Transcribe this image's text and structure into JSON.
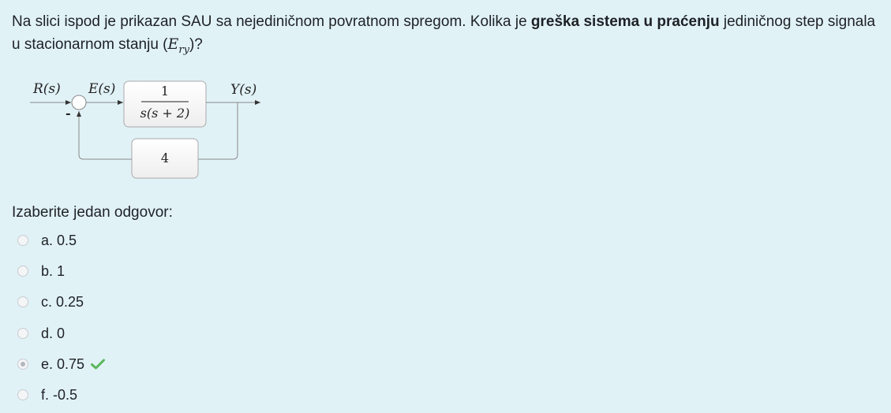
{
  "question": {
    "text_before": "Na slici ispod je prikazan SAU sa nejediničnom povratnom spregom. Kolika je ",
    "text_bold": "greška sistema u praćenju",
    "text_after": " jediničnog step signala u stacionarnom stanju (",
    "math_symbol": "E",
    "math_sub": "ry",
    "text_end": ")?"
  },
  "diagram": {
    "input_label": "R(s)",
    "error_label": "E(s)",
    "output_label": "Y(s)",
    "forward_numerator": "1",
    "forward_denominator": "s(s + 2)",
    "feedback_gain": "4",
    "feedback_sign": "-"
  },
  "prompt": "Izaberite jedan odgovor:",
  "options": [
    {
      "letter": "a.",
      "value": "0.5",
      "selected": false
    },
    {
      "letter": "b.",
      "value": "1",
      "selected": false
    },
    {
      "letter": "c.",
      "value": "0.25",
      "selected": false
    },
    {
      "letter": "d.",
      "value": "0",
      "selected": false
    },
    {
      "letter": "e.",
      "value": "0.75",
      "selected": true,
      "correct": true
    },
    {
      "letter": "f.",
      "value": "-0.5",
      "selected": false
    }
  ],
  "colors": {
    "background": "#e1f2f7",
    "correct": "#5bb75b"
  },
  "icons": {
    "correct": "check-icon"
  }
}
